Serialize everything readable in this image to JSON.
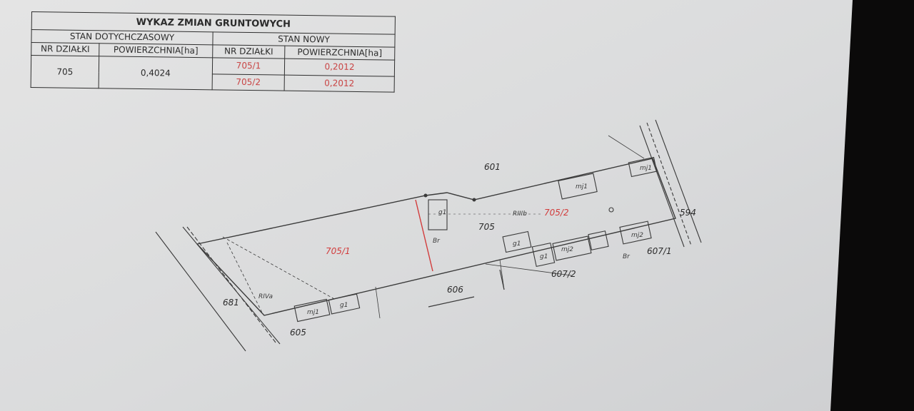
{
  "table": {
    "title": "WYKAZ ZMIAN GRUNTOWYCH",
    "left_header": "STAN DOTYCHCZASOWY",
    "right_header": "STAN NOWY",
    "col_nr": "NR DZIAŁKI",
    "col_area": "POWIERZCHNIA[ha]",
    "old_parcel": {
      "nr": "705",
      "area": "0,4024"
    },
    "new_parcels": [
      {
        "nr": "705/1",
        "area": "0,2012"
      },
      {
        "nr": "705/2",
        "area": "0,2012"
      }
    ],
    "new_color": "#c94545"
  },
  "map": {
    "parcels": [
      "601",
      "705",
      "606",
      "681",
      "605",
      "594",
      "607/1",
      "607/2"
    ],
    "new_parcels": [
      "705/1",
      "705/2"
    ],
    "land_classes": [
      "RIIIb",
      "RIVa"
    ],
    "building_labels": [
      "g1",
      "g1",
      "mj1",
      "g1",
      "mj2",
      "mj1",
      "g1",
      "mj1",
      "mj2"
    ],
    "border_labels": [
      "Br",
      "Br"
    ]
  }
}
